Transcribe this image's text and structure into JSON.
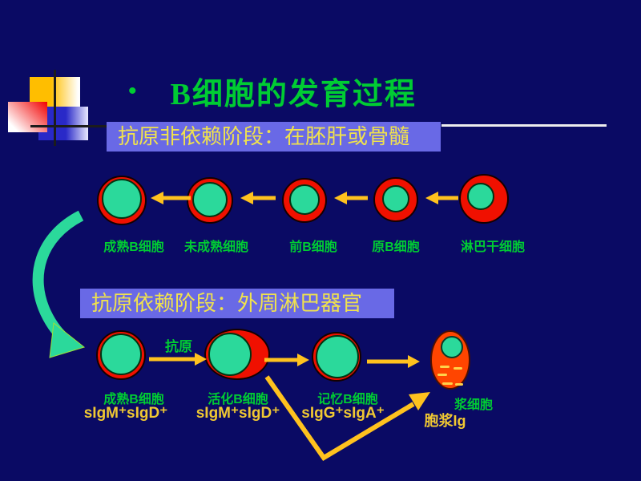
{
  "title": {
    "bullet": "•",
    "text": "B细胞的发育过程"
  },
  "stage1": {
    "banner": "抗原非依赖阶段：在胚肝或骨髓",
    "cells": [
      {
        "label": "成熟B细胞"
      },
      {
        "label": "未成熟细胞"
      },
      {
        "label": "前B细胞"
      },
      {
        "label": "原B细胞"
      },
      {
        "label": "淋巴干细胞"
      }
    ]
  },
  "stage2": {
    "banner": "抗原依赖阶段：外周淋巴器官",
    "antigen_label": "抗原",
    "cells": [
      {
        "label": "成熟B细胞",
        "marker": "sIgM⁺sIgD⁺"
      },
      {
        "label": "活化B细胞",
        "marker": "sIgM⁺sIgD⁺"
      },
      {
        "label": "记忆B细胞",
        "marker": "sIgG⁺sIgA⁺"
      },
      {
        "label": "浆细胞",
        "marker": "胞浆Ig"
      }
    ]
  },
  "colors": {
    "background": "#0a0a64",
    "title_green": "#00cc33",
    "cell_red": "#f01000",
    "cell_cytoplasm_green": "#2bd99b",
    "plasma_cell_orange": "#ff4500",
    "arrow_gold": "#ffc21e",
    "banner_background": "#6969e6",
    "banner_text_yellow": "#f0e24d",
    "marker_gold": "#f0c832"
  }
}
